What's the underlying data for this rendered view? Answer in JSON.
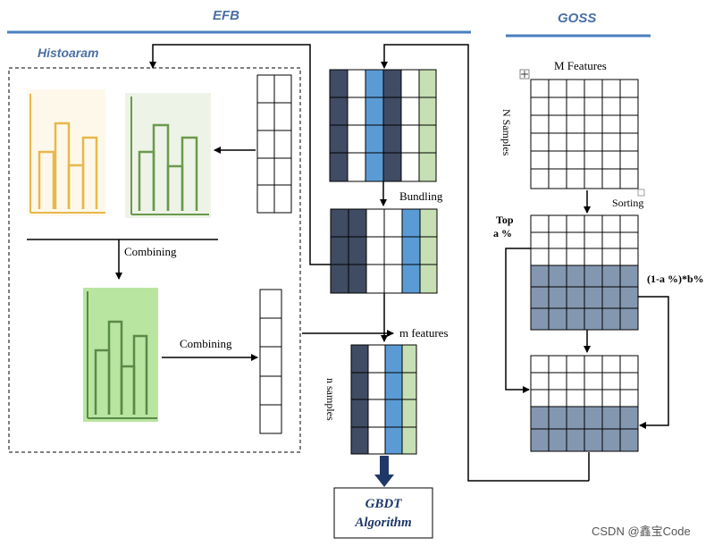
{
  "efb_title": "EFB",
  "goss_title": "GOSS",
  "histogram_title": "Histoaram",
  "labels": {
    "combining_1": "Combining",
    "combining_2": "Combining",
    "bundling": "Bundling",
    "m_features": "m features",
    "n_samples": "n samples",
    "m_features_goss": "M Features",
    "n_samples_goss": "N Samples",
    "sorting": "Sorting",
    "top": "Top",
    "a_pct": "a %",
    "rest": "(1-a %)*b%"
  },
  "gbdt": {
    "line1": "GBDT",
    "line2": "Algorithm"
  },
  "watermark": "CSDN @鑫宝Code",
  "colors": {
    "title_blue": "#4a6fa5",
    "dark_slate": "#3f4c63",
    "mid_blue": "#5b9bd5",
    "light_green": "#c6dfb4",
    "goss_shade": "#8497b0",
    "hist_yellow": "#e7b84a",
    "hist_green": "#6a9a4c",
    "hist_bright_green_bg": "#b8e6a0",
    "gbdt_text": "#1f3868"
  }
}
